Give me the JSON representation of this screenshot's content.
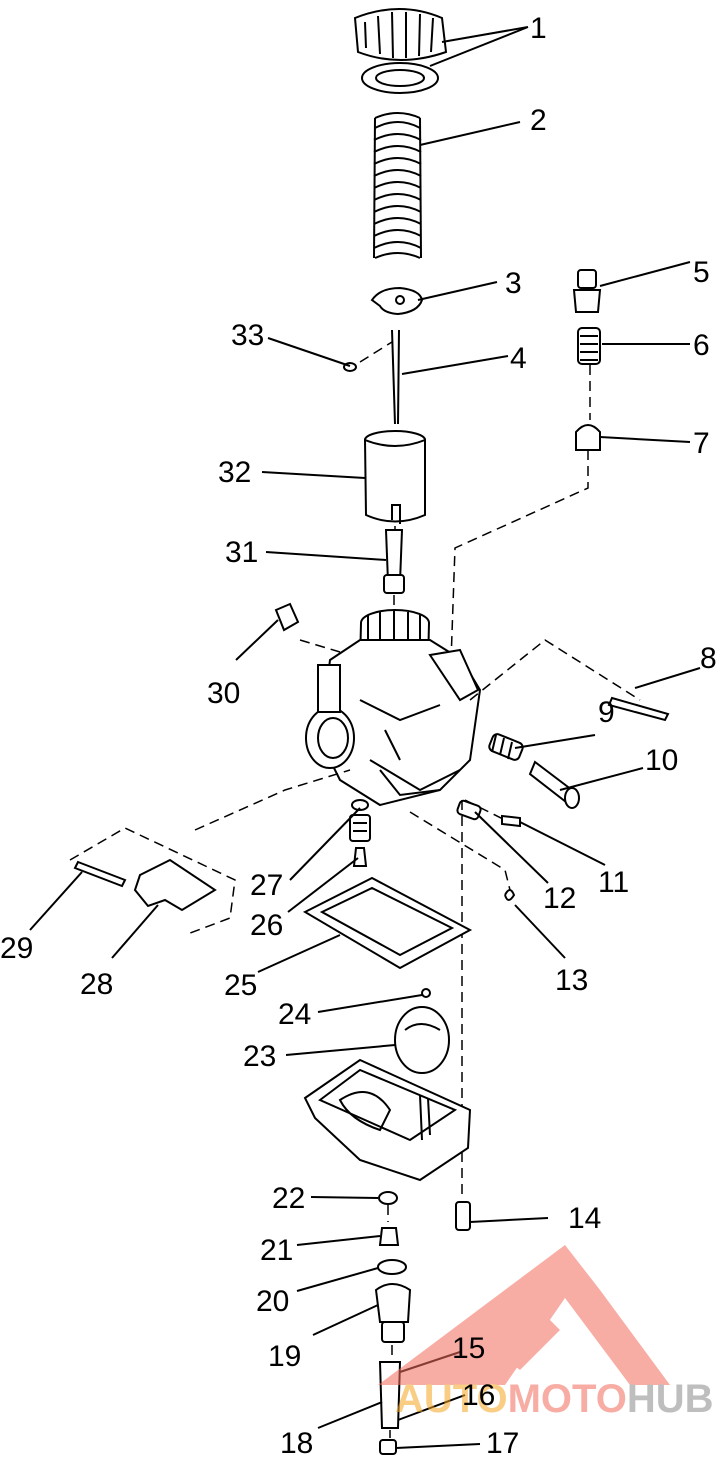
{
  "labels": [
    "1",
    "2",
    "3",
    "4",
    "5",
    "6",
    "7",
    "8",
    "9",
    "10",
    "11",
    "12",
    "13",
    "14",
    "15",
    "16",
    "17",
    "18",
    "19",
    "20",
    "21",
    "22",
    "23",
    "24",
    "25",
    "26",
    "27",
    "28",
    "29",
    "30",
    "31",
    "32",
    "33"
  ],
  "watermark": {
    "text_prefix": "AUTO",
    "text_middle": "MOTO",
    "text_suffix": "HUB",
    "color_accent": "#f26b5b",
    "color_orange": "#f6a623",
    "color_gray": "#8a8a8a"
  }
}
